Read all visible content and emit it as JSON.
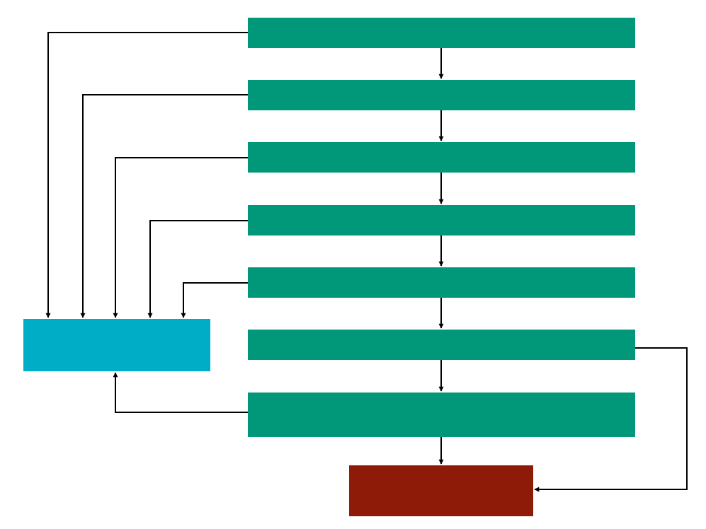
{
  "colors": {
    "background": "#ffffff",
    "step": "#009878",
    "collector": "#00adc6",
    "terminal": "#8e1a08",
    "connector": "#000000"
  },
  "nodes": [
    {
      "id": "step-1",
      "kind": "step",
      "label": ""
    },
    {
      "id": "step-2",
      "kind": "step",
      "label": ""
    },
    {
      "id": "step-3",
      "kind": "step",
      "label": ""
    },
    {
      "id": "step-4",
      "kind": "step",
      "label": ""
    },
    {
      "id": "step-5",
      "kind": "step",
      "label": ""
    },
    {
      "id": "step-6",
      "kind": "step",
      "label": ""
    },
    {
      "id": "step-7",
      "kind": "step",
      "label": ""
    },
    {
      "id": "collector",
      "kind": "collector",
      "label": ""
    },
    {
      "id": "terminal",
      "kind": "terminal",
      "label": ""
    }
  ],
  "edges": [
    {
      "from": "step-1",
      "to": "step-2"
    },
    {
      "from": "step-2",
      "to": "step-3"
    },
    {
      "from": "step-3",
      "to": "step-4"
    },
    {
      "from": "step-4",
      "to": "step-5"
    },
    {
      "from": "step-5",
      "to": "step-6"
    },
    {
      "from": "step-6",
      "to": "step-7"
    },
    {
      "from": "step-7",
      "to": "terminal"
    },
    {
      "from": "step-1",
      "to": "collector"
    },
    {
      "from": "step-2",
      "to": "collector"
    },
    {
      "from": "step-3",
      "to": "collector"
    },
    {
      "from": "step-4",
      "to": "collector"
    },
    {
      "from": "step-5",
      "to": "collector"
    },
    {
      "from": "step-7",
      "to": "collector"
    },
    {
      "from": "step-6",
      "to": "terminal"
    }
  ]
}
